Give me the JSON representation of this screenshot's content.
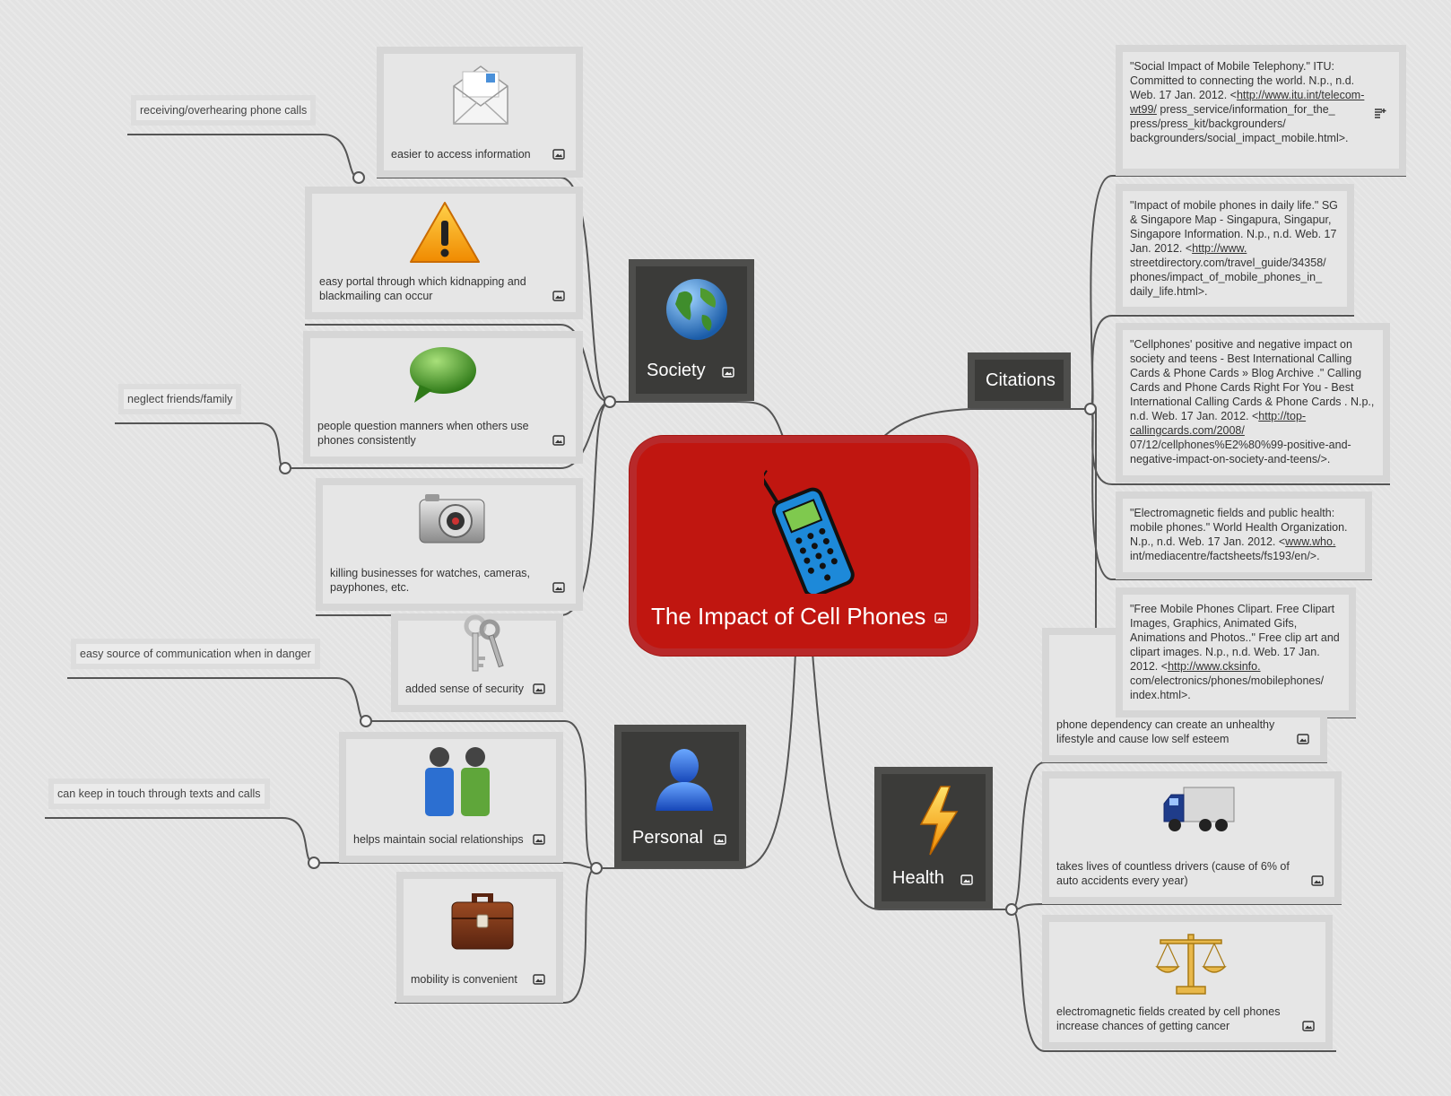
{
  "colors": {
    "background": "#e3e3e3",
    "central_fill": "#c01610",
    "topic_fill": "#3b3b39",
    "line": "#555555"
  },
  "central": {
    "title": "The Impact of Cell Phones",
    "icon": "cell-phone-icon"
  },
  "topics": {
    "society": {
      "label": "Society",
      "icon": "globe-icon"
    },
    "citations": {
      "label": "Citations"
    },
    "personal": {
      "label": "Personal",
      "icon": "person-icon"
    },
    "health": {
      "label": "Health",
      "icon": "lightning-icon"
    }
  },
  "society": {
    "items": [
      {
        "text": "easier to access information",
        "icon": "envelope-icon"
      },
      {
        "text": "easy portal through which kidnapping and blackmailing can occur",
        "icon": "warning-icon"
      },
      {
        "text": "people question manners when others use phones consistently",
        "icon": "speech-bubble-icon"
      },
      {
        "text": "killing businesses for watches, cameras, payphones, etc.",
        "icon": "camera-icon"
      }
    ],
    "leaves": [
      "receiving/overhearing phone calls",
      "neglect friends/family"
    ]
  },
  "personal": {
    "items": [
      {
        "text": "added sense of security",
        "icon": "keys-icon"
      },
      {
        "text": "helps maintain social relationships",
        "icon": "people-icon"
      },
      {
        "text": "mobility is convenient",
        "icon": "briefcase-icon"
      }
    ],
    "leaves": [
      "easy source of communication when in danger",
      "can keep in touch through texts and calls"
    ]
  },
  "health": {
    "items": [
      {
        "text": "phone dependency can create an unhealthy lifestyle and cause low self esteem"
      },
      {
        "text": "takes lives of countless drivers (cause of 6% of auto accidents every year)",
        "icon": "truck-icon"
      },
      {
        "text": "electromagnetic fields created by cell phones increase chances of getting cancer",
        "icon": "scales-icon"
      }
    ]
  },
  "citations": {
    "items": [
      {
        "pre": "\"Social Impact of Mobile Telephony.\" ITU: Committed to connecting the world. N.p., n.d. Web. 17 Jan. 2012. <",
        "link": "http://www.itu.int/telecom-wt99/",
        "post": " press_service/information_for_the_ press/press_kit/backgrounders/ backgrounders/social_impact_mobile.html>."
      },
      {
        "pre": "\"Impact of mobile phones in daily life.\" SG & Singapore Map - Singapura, Singapur, Singapore Information. N.p., n.d. Web. 17 Jan. 2012. <",
        "link": "http://www.",
        "post": " streetdirectory.com/travel_guide/34358/ phones/impact_of_mobile_phones_in_ daily_life.html>."
      },
      {
        "pre": "\"Cellphones' positive and negative impact on society and teens - Best International Calling Cards & Phone Cards » Blog Archive .\" Calling Cards and Phone Cards Right For You - Best International Calling Cards & Phone Cards . N.p., n.d. Web. 17 Jan. 2012. <",
        "link": "http://top-callingcards.com/2008/",
        "post": " 07/12/cellphones%E2%80%99-positive-and-negative-impact-on-society-and-teens/>."
      },
      {
        "pre": "\"Electromagnetic fields and public health: mobile phones.\" World Health Organization. N.p., n.d. Web. 17 Jan. 2012. <",
        "link": "www.who.",
        "post": " int/mediacentre/factsheets/fs193/en/>."
      },
      {
        "pre": "\"Free Mobile Phones Clipart. Free Clipart Images, Graphics, Animated Gifs, Animations and Photos..\" Free clip art and clipart images. N.p., n.d. Web. 17 Jan. 2012. <",
        "link": "http://www.cksinfo.",
        "post": " com/electronics/phones/mobilephones/ index.html>."
      }
    ]
  }
}
